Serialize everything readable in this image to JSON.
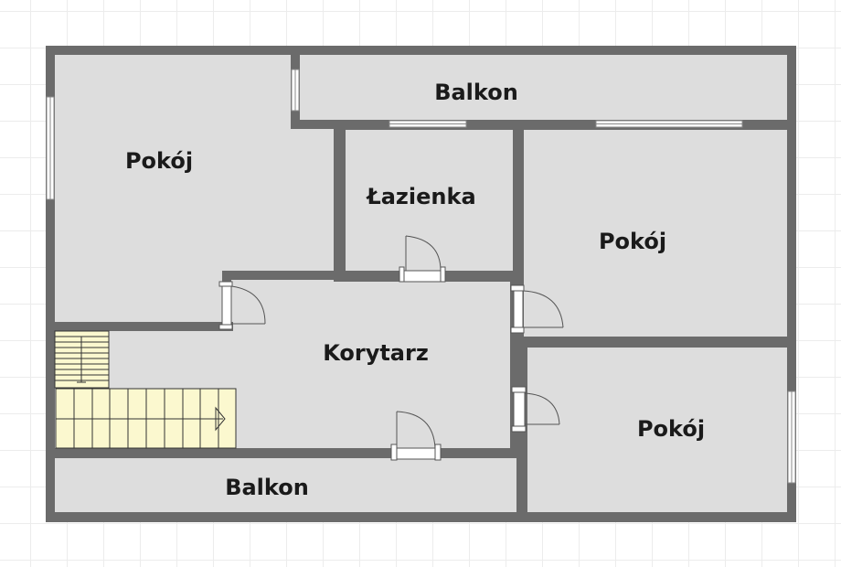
{
  "rooms": {
    "pokoj_top_left": "Pokój",
    "balkon_top": "Balkon",
    "lazienka": "Łazienka",
    "pokoj_right": "Pokój",
    "korytarz": "Korytarz",
    "pokoj_bottom_right": "Pokój",
    "balkon_bottom": "Balkon"
  },
  "colors": {
    "wall": "#6b6b6b",
    "floor": "#dddddd",
    "stairs": "#fbf8cf",
    "window": "#ffffff",
    "grid": "#ececec"
  }
}
